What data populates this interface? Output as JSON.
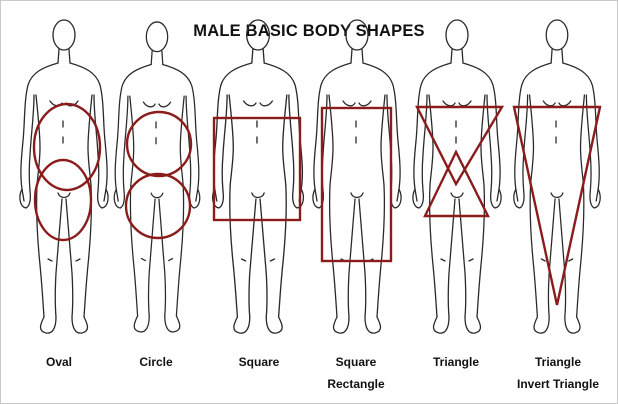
{
  "title": "MALE BASIC BODY SHAPES",
  "colors": {
    "outline": "#2a2a2a",
    "shape": "#8b1c1c",
    "background": "#ffffff"
  },
  "figures": [
    {
      "label": "Oval",
      "overlay": "two-ovals"
    },
    {
      "label": "Circle",
      "overlay": "two-circles"
    },
    {
      "label": "Square",
      "overlay": "square"
    },
    {
      "label": "Square",
      "label2": "Rectangle",
      "overlay": "rectangle"
    },
    {
      "label": "Triangle",
      "overlay": "hourglass-triangles"
    },
    {
      "label": "Triangle",
      "label2": "Invert Triangle",
      "overlay": "inverted-triangle"
    }
  ]
}
